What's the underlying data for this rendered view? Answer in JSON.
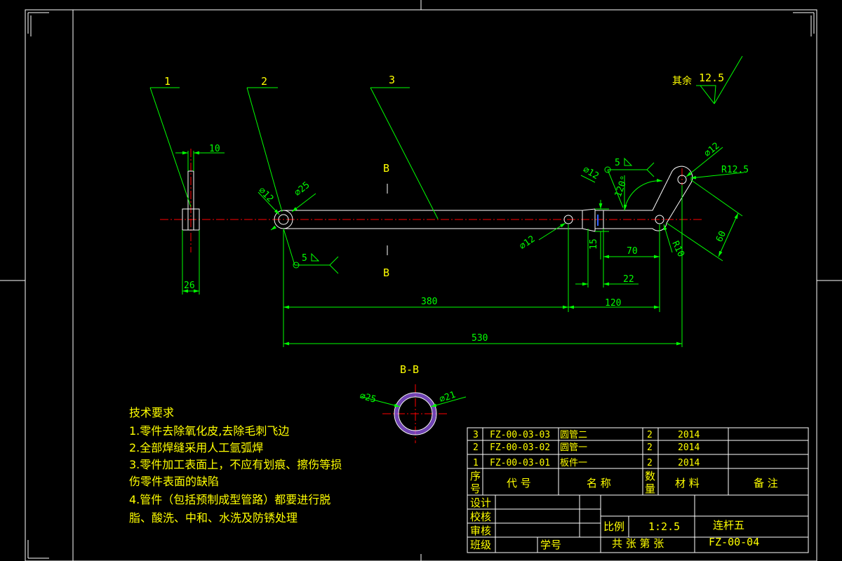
{
  "colors": {
    "background": "#000000",
    "frame": "#ffffff",
    "geometry": "#ffffff",
    "dimension": "#00ff00",
    "centerline": "#ff0000",
    "text": "#ffff00",
    "title_block": "#ffff00"
  },
  "drawing": {
    "part_labels": [
      "1",
      "2",
      "3"
    ],
    "section_marker": "B",
    "section_title": "B-B",
    "roughness": {
      "label": "其余",
      "value": "12.5"
    },
    "weld_symbol_size": "5",
    "dimensions": {
      "tube_od": "⌀25",
      "tube_id": "⌀12",
      "hole_left": "⌀12",
      "hole_mid": "⌀12",
      "hole_right": "⌀12",
      "hole_top": "⌀12",
      "radius_top": "R12.5",
      "radius_bottom": "R10",
      "angle": "120°",
      "plate_width": "10",
      "plate_length": "26",
      "d15": "15",
      "d22": "22",
      "d70": "70",
      "d60": "60",
      "d380": "380",
      "d120": "120",
      "d530": "530",
      "section_od": "⌀25",
      "section_id": "⌀21"
    }
  },
  "tech_requirements": {
    "title": "技术要求",
    "lines": [
      "1.零件去除氧化皮,去除毛刺飞边",
      "2.全部焊缝采用人工氩弧焊",
      "3.零件加工表面上，不应有划痕、擦伤等损",
      "伤零件表面的缺陷",
      "4.管件（包括预制成型管路）都要进行脱",
      "脂、酸洗、中和、水洗及防锈处理"
    ]
  },
  "bom": {
    "rows": [
      {
        "seq": "3",
        "code": "FZ-00-03-03",
        "name": "圆管二",
        "qty": "2",
        "material": "2014",
        "note": ""
      },
      {
        "seq": "2",
        "code": "FZ-00-03-02",
        "name": "圆管一",
        "qty": "2",
        "material": "2014",
        "note": ""
      },
      {
        "seq": "1",
        "code": "FZ-00-03-01",
        "name": "板件一",
        "qty": "2",
        "material": "2014",
        "note": ""
      }
    ],
    "header": {
      "seq_a": "序",
      "seq_b": "号",
      "code": "代 号",
      "name": "名 称",
      "qty_a": "数",
      "qty_b": "量",
      "material": "材 料",
      "note": "备 注"
    }
  },
  "title_block": {
    "design": "设计",
    "check": "校核",
    "review": "审核",
    "class": "班级",
    "student_no": "学号",
    "scale_label": "比例",
    "scale_value": "1:2.5",
    "sheets": "共  张 第  张",
    "part_name": "连杆五",
    "drawing_no": "FZ-00-04"
  }
}
